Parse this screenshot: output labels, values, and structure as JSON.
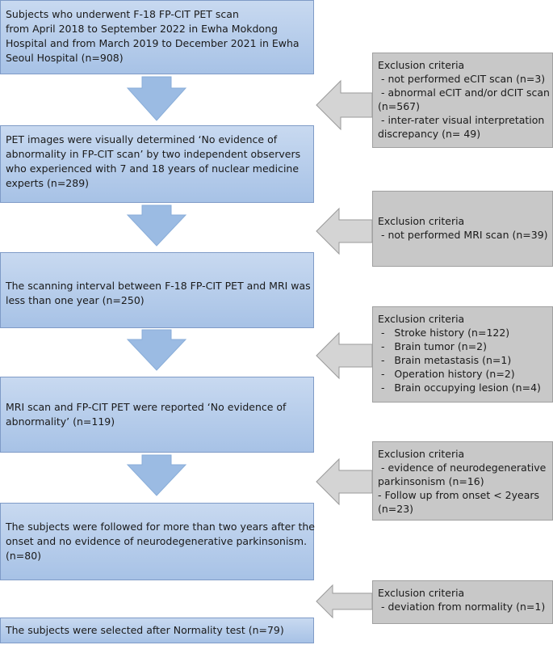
{
  "steps": [
    {
      "lines": [
        "Subjects who underwent F-18 FP-CIT PET scan",
        "from April 2018 to September 2022 in Ewha Mokdong",
        "Hospital and from March 2019 to December 2021 in Ewha",
        "Seoul Hospital (n=908)"
      ]
    },
    {
      "lines": [
        "PET images were visually determined ‘No evidence of",
        "abnormality in FP-CIT scan’ by two independent observers",
        "who experienced with 7 and 18 years of nuclear medicine",
        "experts (n=289)"
      ]
    },
    {
      "lines": [
        "The scanning interval between F-18 FP-CIT PET and MRI was",
        "less than one year (n=250)"
      ]
    },
    {
      "lines": [
        "MRI scan and FP-CIT PET were reported ‘No evidence of",
        "abnormality’ (n=119)"
      ]
    },
    {
      "lines": [
        "The subjects were followed for more than two years after the",
        "onset and no evidence of neurodegenerative parkinsonism.",
        "(n=80)"
      ]
    },
    {
      "lines": [
        "The subjects were selected after Normality test (n=79)"
      ]
    }
  ],
  "exclusions": [
    {
      "title": "Exclusion criteria",
      "items": [
        " - not performed eCIT scan (n=3)",
        " - abnormal eCIT and/or dCIT scan",
        "(n=567)",
        " - inter-rater visual interpretation",
        "discrepancy (n= 49)"
      ]
    },
    {
      "title": "Exclusion criteria",
      "items": [
        " - not performed MRI scan (n=39)"
      ]
    },
    {
      "title": "Exclusion criteria",
      "items": [
        " -   Stroke history (n=122)",
        " -   Brain tumor (n=2)",
        " -   Brain metastasis (n=1)",
        " -   Operation history (n=2)",
        " -   Brain occupying lesion (n=4)"
      ]
    },
    {
      "title": "Exclusion criteria",
      "items": [
        " - evidence of neurodegenerative",
        "parkinsonism (n=16)",
        "- Follow up from onset < 2years",
        "(n=23)"
      ]
    },
    {
      "title": "Exclusion criteria",
      "items": [
        " - deviation from normality (n=1)"
      ]
    }
  ],
  "colors": {
    "step_fill": "#b3cbea",
    "step_border": "#7f9bc7",
    "down_arrow_fill": "#9bbbe3",
    "exclusion_fill": "#c8c8c8",
    "left_arrow_fill": "#d4d4d4",
    "left_arrow_border": "#9a9a9a"
  }
}
